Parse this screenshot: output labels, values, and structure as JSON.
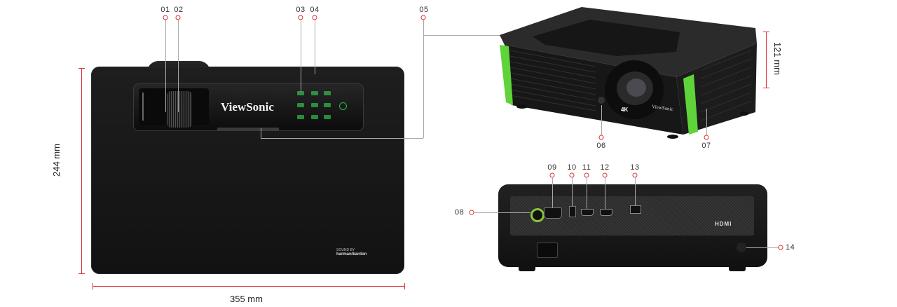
{
  "brand": "ViewSonic",
  "audio_brand": "harman/kardon",
  "audio_brand_prefix": "SOUND BY",
  "hdmi_logo": "HDMI",
  "badge_4k": "4K",
  "dimensions": {
    "width": "355 mm",
    "depth": "244 mm",
    "height": "121 mm"
  },
  "callouts": [
    "01",
    "02",
    "03",
    "04",
    "05",
    "06",
    "07",
    "08",
    "09",
    "10",
    "11",
    "12",
    "13",
    "14"
  ],
  "colors": {
    "accent": "#e0303a",
    "body": "#151515",
    "green_trim": "#5fd33a"
  },
  "icons": [
    "power-icon",
    "ac-inlet-icon",
    "usb-port-icon",
    "hdmi-port-icon",
    "audio-jack-icon",
    "vga-port-icon"
  ]
}
